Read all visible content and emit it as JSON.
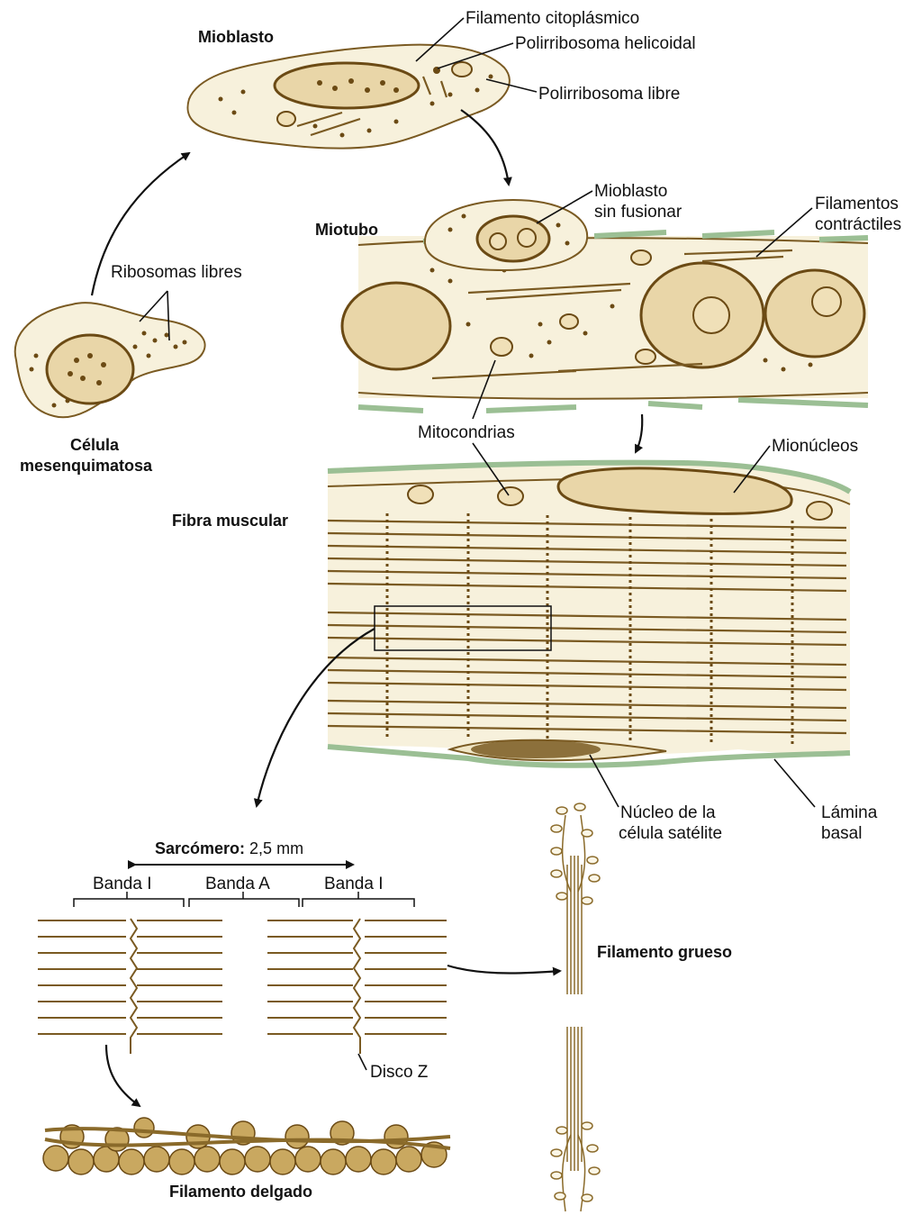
{
  "colors": {
    "cytoplasm": "#f7f1dc",
    "nucleus": "#e9d6a8",
    "organelle_brown": "#6b4a14",
    "basal_lamina_green": "#9bbf94"
  },
  "labels": {
    "filamento_citoplasmico": "Filamento citoplásmico",
    "mioblasto": "Mioblasto",
    "polirribosoma_helicoidal": "Polirribosoma helicoidal",
    "polirribosoma_libre": "Polirribosoma libre",
    "mioblasto_sin_fusionar_1": "Mioblasto",
    "mioblasto_sin_fusionar_2": "sin fusionar",
    "filamentos_contractiles_1": "Filamentos",
    "filamentos_contractiles_2": "contráctiles",
    "miotubo": "Miotubo",
    "ribosomas_libres": "Ribosomas libres",
    "celula_mesenquimatosa_1": "Célula",
    "celula_mesenquimatosa_2": "mesenquimatosa",
    "mitocondrias": "Mitocondrias",
    "mionucleos": "Mionúcleos",
    "fibra_muscular": "Fibra muscular",
    "nucleo_satelite_1": "Núcleo de la",
    "nucleo_satelite_2": "célula satélite",
    "lamina_basal_1": "Lámina",
    "lamina_basal_2": "basal",
    "sarcomero_bold": "Sarcómero:",
    "sarcomero_value": " 2,5 mm",
    "banda_i_left": "Banda I",
    "banda_a": "Banda A",
    "banda_i_right": "Banda I",
    "disco_z": "Disco Z",
    "filamento_grueso": "Filamento grueso",
    "filamento_delgado": "Filamento delgado"
  }
}
